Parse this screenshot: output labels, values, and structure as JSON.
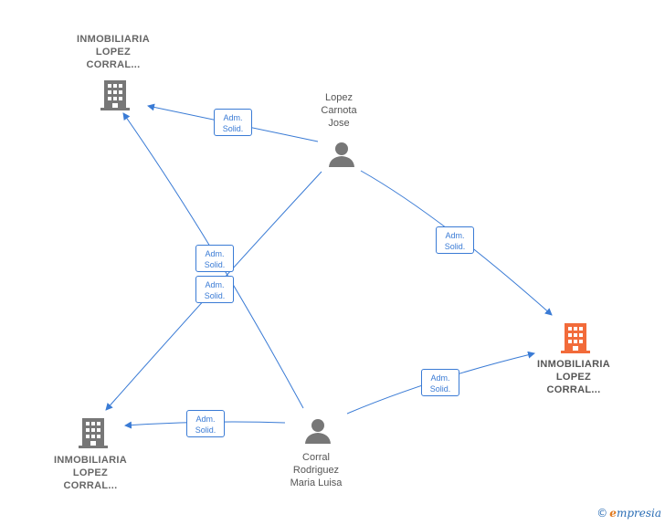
{
  "nodes": {
    "company_top_left": {
      "label": "INMOBILIARIA\nLOPEZ\nCORRAL...",
      "icon": "building-icon",
      "color": "#777777"
    },
    "company_right": {
      "label": "INMOBILIARIA\nLOPEZ\nCORRAL...",
      "icon": "building-icon",
      "color": "#f26b3a"
    },
    "company_bottom_left": {
      "label": "INMOBILIARIA\nLOPEZ\nCORRAL...",
      "icon": "building-icon",
      "color": "#777777"
    },
    "person_lopez": {
      "label": "Lopez\nCarnota\nJose",
      "icon": "person-icon",
      "color": "#777777"
    },
    "person_corral": {
      "label": "Corral\nRodriguez\nMaria Luisa",
      "icon": "person-icon",
      "color": "#777777"
    }
  },
  "edges": [
    {
      "line1": "Adm.",
      "line2": "Solid."
    },
    {
      "line1": "Adm.",
      "line2": "Solid."
    },
    {
      "line1": "Adm.",
      "line2": "Solid."
    },
    {
      "line1": "Adm.",
      "line2": "Solid."
    },
    {
      "line1": "Adm.",
      "line2": "Solid."
    },
    {
      "line1": "Adm.",
      "line2": "Solid."
    }
  ],
  "edge_color": "#3a7bd5",
  "footer": {
    "copyright": "©",
    "brand_initial": "e",
    "brand_rest": "mpresia"
  }
}
